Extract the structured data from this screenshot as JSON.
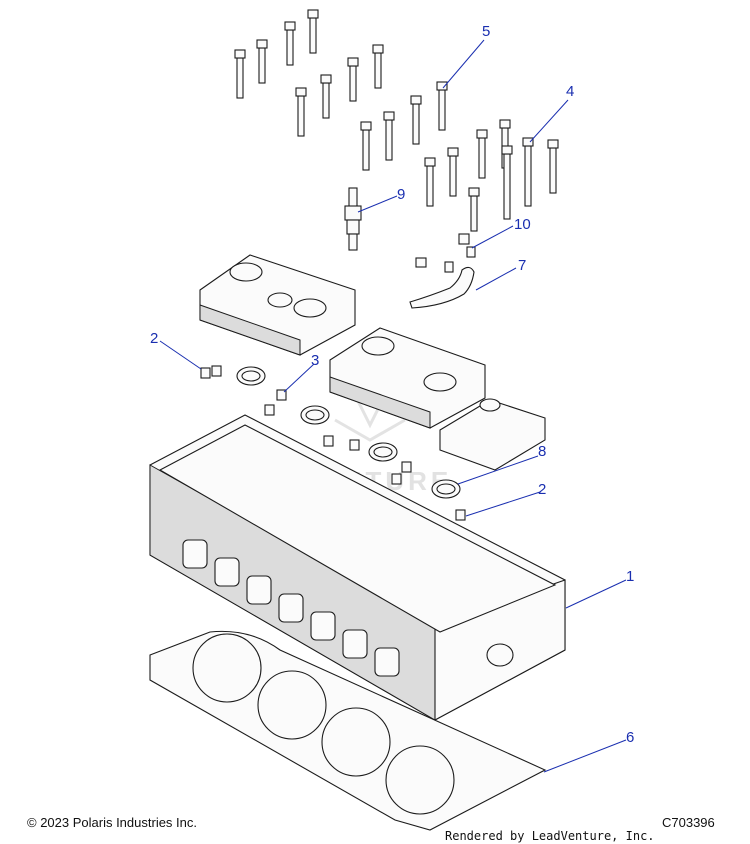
{
  "diagram": {
    "callouts": [
      {
        "id": "c5",
        "label": "5"
      },
      {
        "id": "c4",
        "label": "4"
      },
      {
        "id": "c9",
        "label": "9"
      },
      {
        "id": "c10",
        "label": "10"
      },
      {
        "id": "c7",
        "label": "7"
      },
      {
        "id": "c2a",
        "label": "2"
      },
      {
        "id": "c3",
        "label": "3"
      },
      {
        "id": "c8",
        "label": "8"
      },
      {
        "id": "c2b",
        "label": "2"
      },
      {
        "id": "c1",
        "label": "1"
      },
      {
        "id": "c6",
        "label": "6"
      }
    ],
    "watermark_text": "VENTURE"
  },
  "footer": {
    "copyright": "© 2023 Polaris Industries Inc.",
    "diagram_code": "C703396",
    "rendered_by": "Rendered by LeadVenture, Inc."
  }
}
